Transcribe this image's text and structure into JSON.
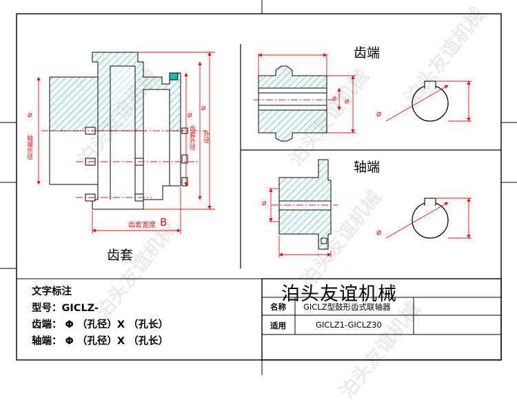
{
  "views": {
    "gear_sleeve": "齿套",
    "gear_end": "齿端",
    "shaft_end": "轴端"
  },
  "dims": {
    "phi": "⌀",
    "width_label": "齿套宽度",
    "width_symbol": "B",
    "hub_od": "轴端外径",
    "teeth_od": "齿套外径",
    "outer_dia": "外径"
  },
  "notes": {
    "title": "文字标注",
    "model": "型号：GICLZ-",
    "gear_end": "齿端：  Φ     （孔径）X         （孔长）",
    "shaft_end": "轴端：  Φ     （孔径）X         （孔长）"
  },
  "title_block": {
    "company": "泊头友谊机械",
    "name_label": "名称",
    "name_value": "GICLZ型鼓形齿式联轴器",
    "apply_label": "适用",
    "apply_value": "GICLZ1-GICLZ30"
  },
  "watermark": "泊头友谊机械",
  "colors": {
    "hatch": "#22b3b3",
    "dimension": "#e01010",
    "outline": "#000000"
  }
}
